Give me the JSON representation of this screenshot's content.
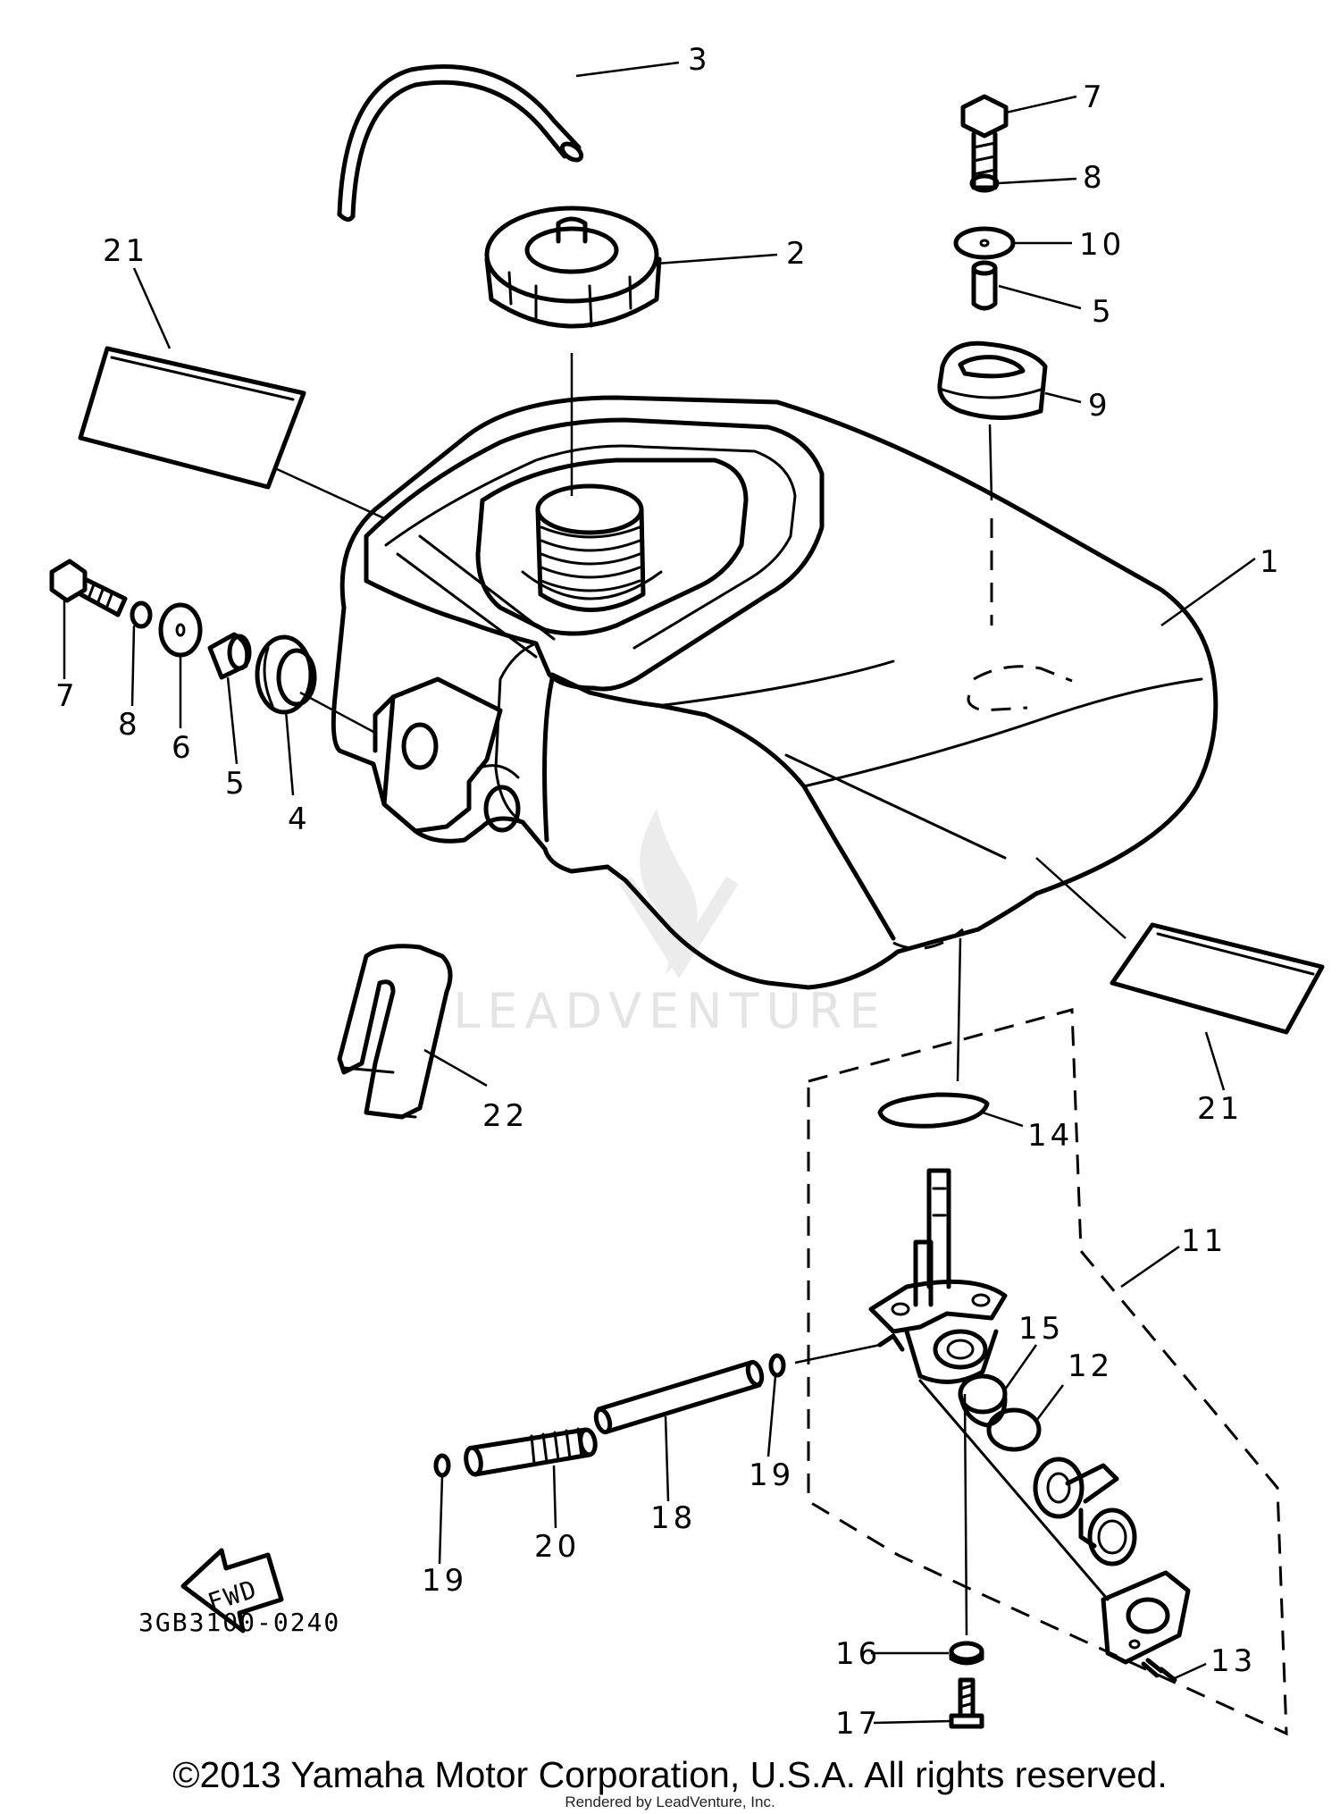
{
  "parts": [
    {
      "id": "p1",
      "number": "1",
      "name": "fuel-tank"
    },
    {
      "id": "p2",
      "number": "2",
      "name": "fuel-cap"
    },
    {
      "id": "p3",
      "number": "3",
      "name": "breather-hose"
    },
    {
      "id": "p4",
      "number": "4",
      "name": "damper"
    },
    {
      "id": "p5a",
      "number": "5",
      "name": "collar-left"
    },
    {
      "id": "p5b",
      "number": "5",
      "name": "collar-right"
    },
    {
      "id": "p6",
      "number": "6",
      "name": "washer-left"
    },
    {
      "id": "p7a",
      "number": "7",
      "name": "bolt-left"
    },
    {
      "id": "p7b",
      "number": "7",
      "name": "bolt-right"
    },
    {
      "id": "p8a",
      "number": "8",
      "name": "lock-washer-left"
    },
    {
      "id": "p8b",
      "number": "8",
      "name": "lock-washer-right"
    },
    {
      "id": "p9",
      "number": "9",
      "name": "grommet"
    },
    {
      "id": "p10",
      "number": "10",
      "name": "washer-right"
    },
    {
      "id": "p11",
      "number": "11",
      "name": "fuel-cock-assembly"
    },
    {
      "id": "p12",
      "number": "12",
      "name": "gasket"
    },
    {
      "id": "p13",
      "number": "13",
      "name": "screw"
    },
    {
      "id": "p14",
      "number": "14",
      "name": "o-ring"
    },
    {
      "id": "p15",
      "number": "15",
      "name": "strainer-cup"
    },
    {
      "id": "p16",
      "number": "16",
      "name": "plate-washer"
    },
    {
      "id": "p17",
      "number": "17",
      "name": "cock-bolt"
    },
    {
      "id": "p18",
      "number": "18",
      "name": "fuel-hose"
    },
    {
      "id": "p19a",
      "number": "19",
      "name": "clip-left"
    },
    {
      "id": "p19b",
      "number": "19",
      "name": "clip-right"
    },
    {
      "id": "p20",
      "number": "20",
      "name": "fuel-filter-pipe"
    },
    {
      "id": "p21a",
      "number": "21",
      "name": "emblem-left"
    },
    {
      "id": "p21b",
      "number": "21",
      "name": "emblem-right"
    },
    {
      "id": "p22",
      "number": "22",
      "name": "cover-guard"
    }
  ],
  "fwd_label": "FWD",
  "diagram_code": "3GB3100-0240",
  "copyright": "©2013 Yamaha Motor Corporation, U.S.A. All rights reserved.",
  "rendered_by": "Rendered by LeadVenture, Inc.",
  "watermark": "LEADVENTURE"
}
